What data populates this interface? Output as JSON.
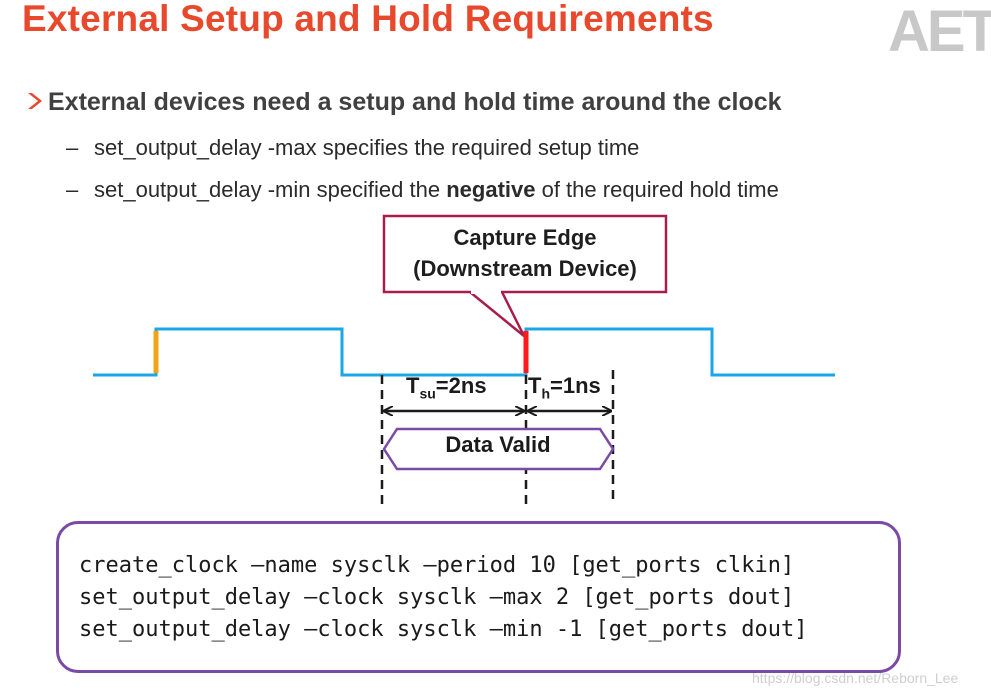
{
  "title": "External Setup and Hold Requirements",
  "logo_text": "AET",
  "bullet": "External devices need a setup and hold time around the clock",
  "sub_items": [
    {
      "dash": "–",
      "before": "set_output_delay -max specifies the required setup time",
      "bold": "",
      "after": ""
    },
    {
      "dash": "–",
      "before": "set_output_delay -min specified the ",
      "bold": "negative",
      "after": " of the required hold time"
    }
  ],
  "callout": {
    "line1": "Capture Edge",
    "line2": "(Downstream Device)"
  },
  "timing": {
    "tsu_main": "T",
    "tsu_sub": "su",
    "tsu_value": "=2ns",
    "th_main": "T",
    "th_sub": "h",
    "th_value": "=1ns"
  },
  "data_valid": "Data Valid",
  "code_lines": [
    "create_clock –name sysclk –period 10 [get_ports clkin]",
    "set_output_delay –clock sysclk –max 2 [get_ports dout]",
    "set_output_delay –clock sysclk –min -1 [get_ports dout]"
  ],
  "watermark": "https://blog.csdn.net/Reborn_Lee",
  "colors": {
    "title": "#e8482b",
    "clock_wave": "#1ca6e4",
    "launch_edge": "#f2a417",
    "capture_edge": "#ff1a1a",
    "callout_border": "#a81e4a",
    "data_valid_border": "#7a4aa4",
    "code_border": "#7a4aa4"
  }
}
